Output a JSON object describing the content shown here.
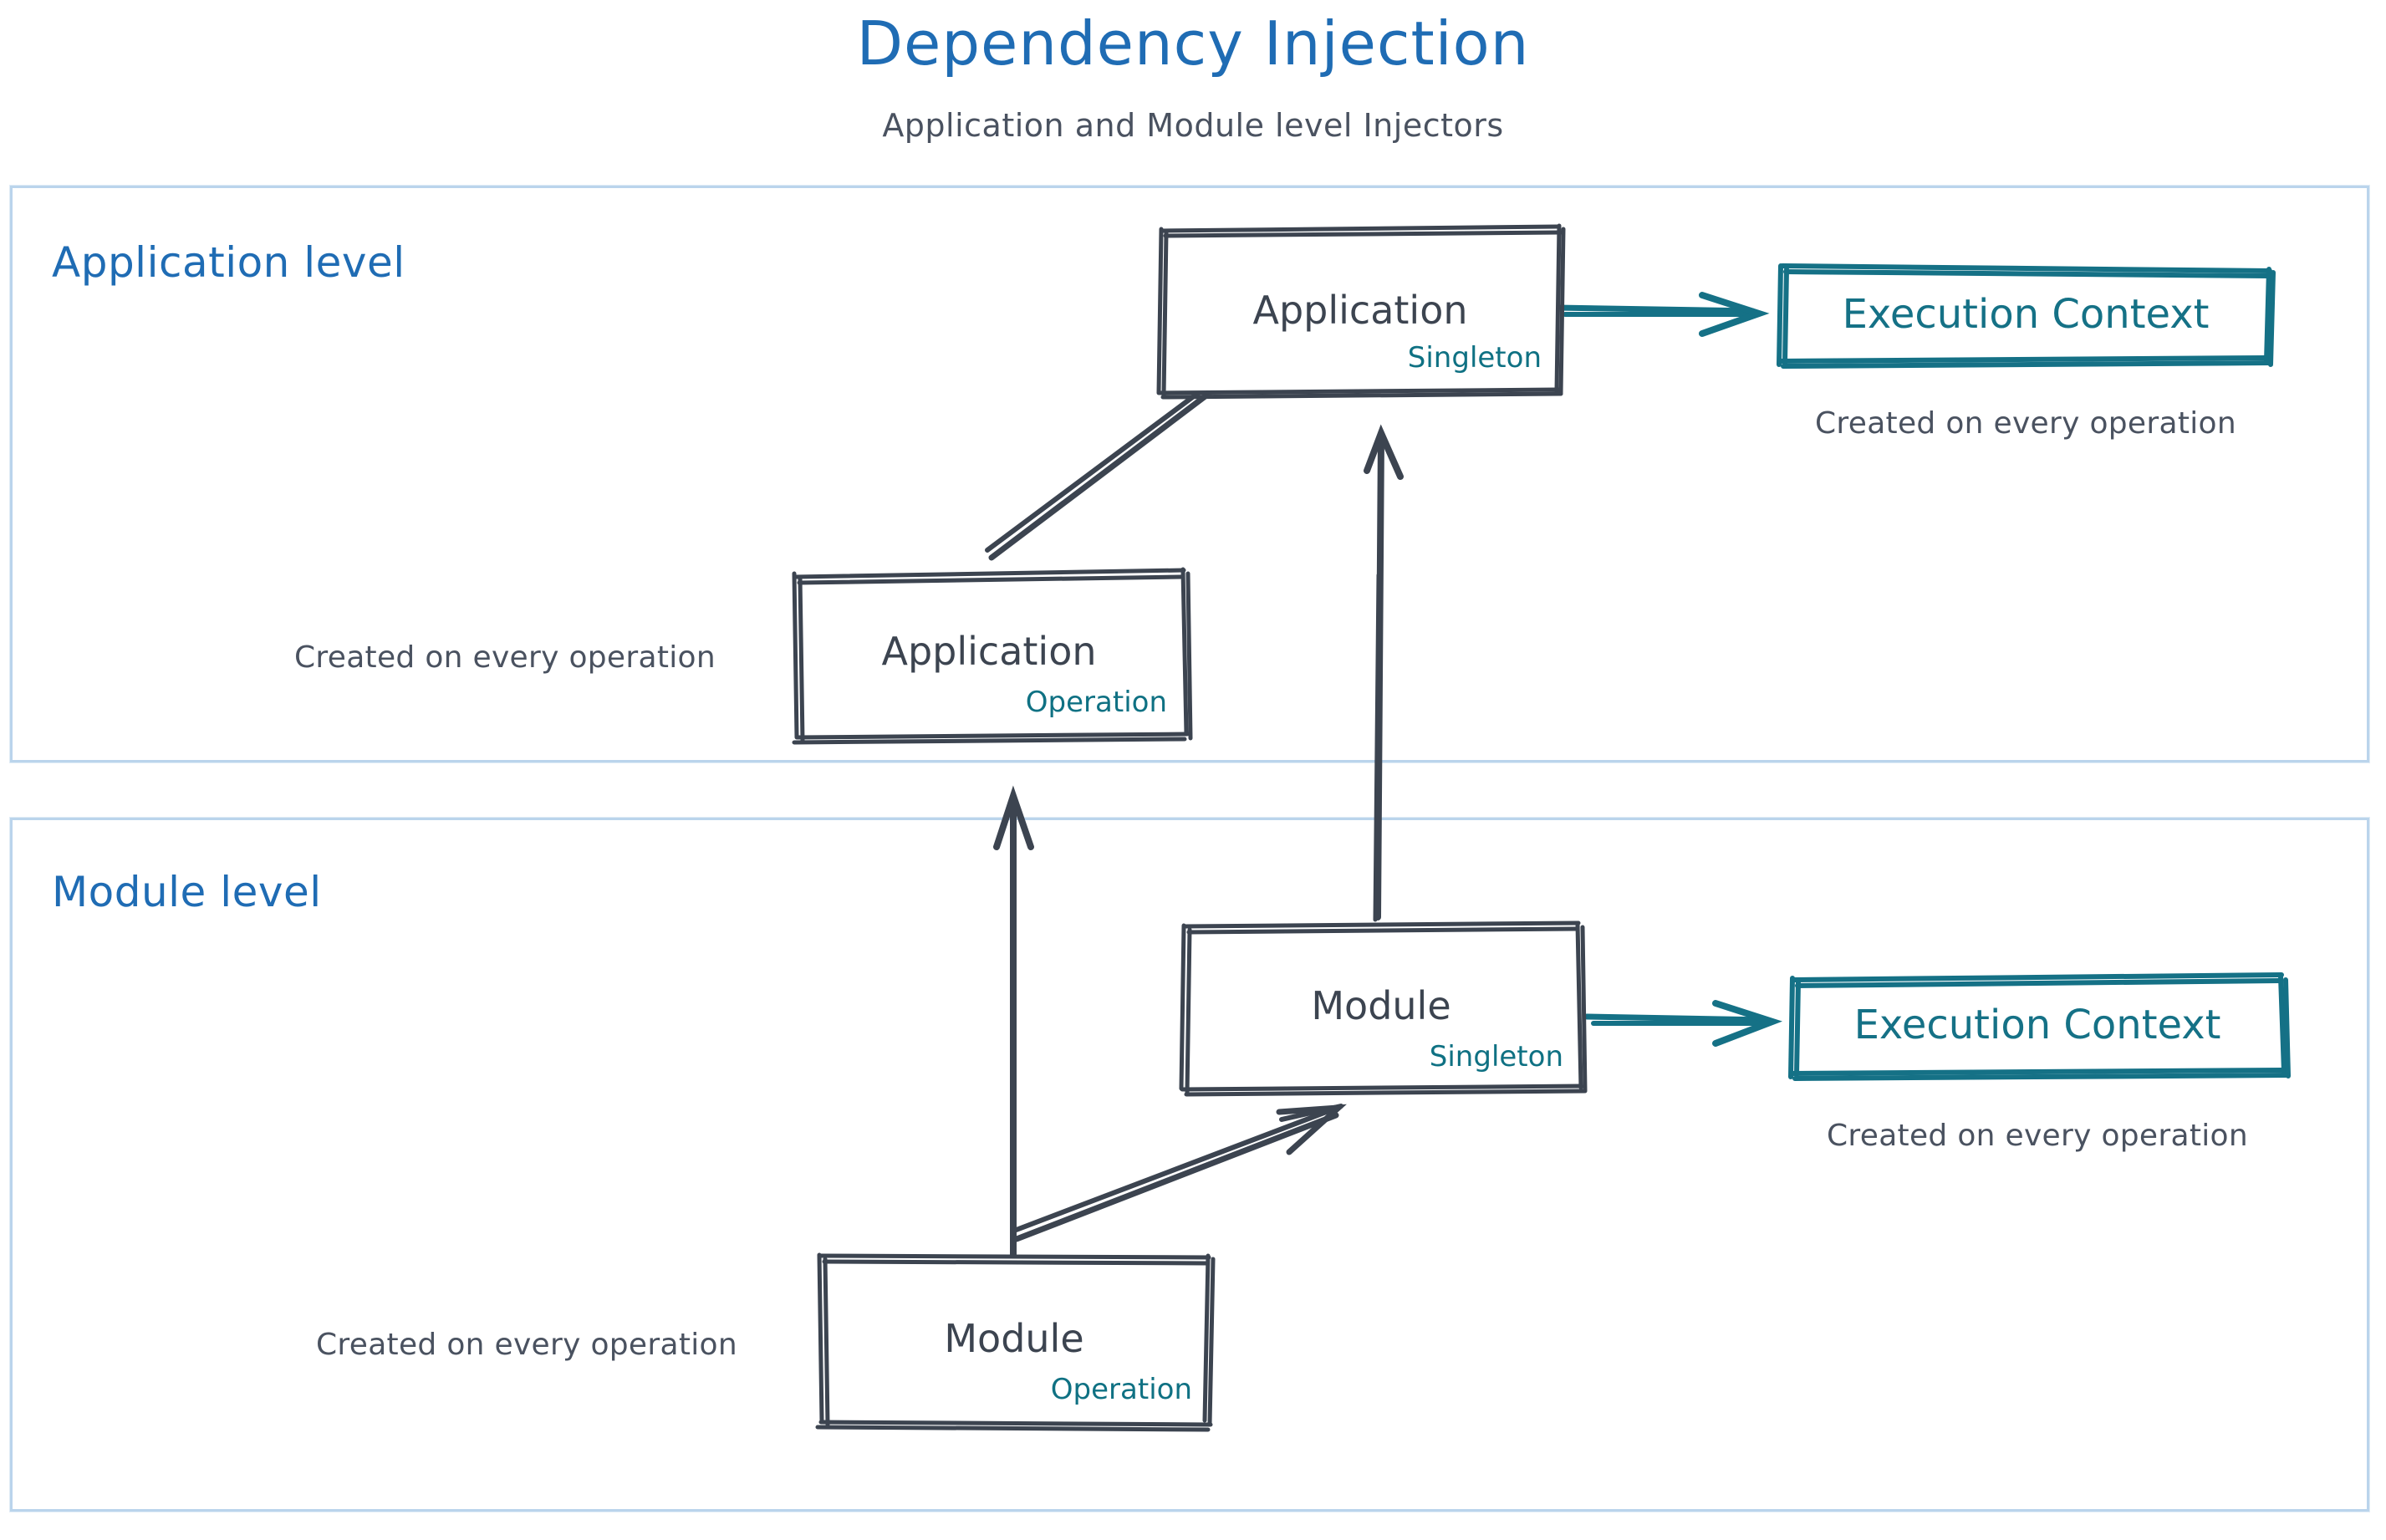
{
  "header": {
    "title": "Dependency Injection",
    "subtitle": "Application and Module level Injectors",
    "title_color": "#1f6cb4",
    "subtitle_color": "#4a5260"
  },
  "colors": {
    "lane_border": "#bad4ec",
    "lane_label": "#1f6cb4",
    "sketch_stroke": "#3c4450",
    "teal": "#157186",
    "caption": "#4a5260"
  },
  "lanes": [
    {
      "id": "application-level",
      "label": "Application level"
    },
    {
      "id": "module-level",
      "label": "Module level"
    }
  ],
  "nodes": {
    "app_singleton": {
      "title": "Application",
      "scope": "Singleton"
    },
    "app_operation": {
      "title": "Application",
      "scope": "Operation"
    },
    "module_singleton": {
      "title": "Module",
      "scope": "Singleton"
    },
    "module_operation": {
      "title": "Module",
      "scope": "Operation"
    },
    "app_execution_context": {
      "title": "Execution Context"
    },
    "module_execution_context": {
      "title": "Execution Context"
    }
  },
  "captions": {
    "app_exec_note": "Created on every operation",
    "app_operation_note": "Created on every operation",
    "module_exec_note": "Created on every operation",
    "module_operation_note": "Created on every operation"
  },
  "connectors": [
    {
      "id": "app-operation-to-app-singleton",
      "style": "sketch-dark",
      "direction": "up-right"
    },
    {
      "id": "app-singleton-to-app-execution-context",
      "style": "teal",
      "direction": "right"
    },
    {
      "id": "module-singleton-to-app-singleton",
      "style": "sketch-dark",
      "direction": "up"
    },
    {
      "id": "module-operation-to-app-operation",
      "style": "sketch-dark",
      "direction": "up"
    },
    {
      "id": "module-operation-to-module-singleton",
      "style": "sketch-dark",
      "direction": "up-right"
    },
    {
      "id": "module-singleton-to-module-execution-context",
      "style": "teal",
      "direction": "right"
    }
  ]
}
